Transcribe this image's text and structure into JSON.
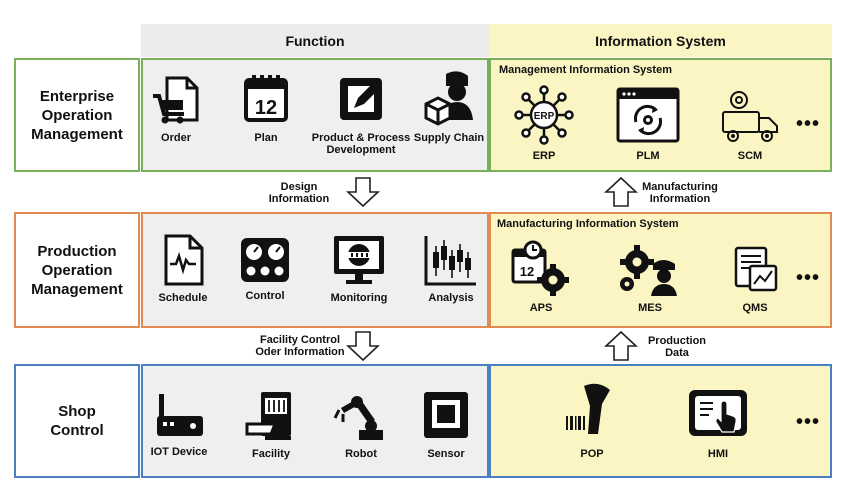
{
  "headers": {
    "function": "Function",
    "information_system": "Information System"
  },
  "levels": [
    {
      "label": "Enterprise\nOperation\nManagement"
    },
    {
      "label": "Production\nOperation\nManagement"
    },
    {
      "label": "Shop\nControl"
    }
  ],
  "enterprise": {
    "functions": [
      "Order",
      "Plan",
      "Product & Process\nDevelopment",
      "Supply Chain"
    ],
    "system_title": "Management Information System",
    "systems": [
      "ERP",
      "PLM",
      "SCM"
    ],
    "more": "•••"
  },
  "production": {
    "functions": [
      "Schedule",
      "Control",
      "Monitoring",
      "Analysis"
    ],
    "system_title": "Manufacturing Information System",
    "systems": [
      "APS",
      "MES",
      "QMS"
    ],
    "more": "•••"
  },
  "shop": {
    "functions": [
      "IOT Device",
      "Facility",
      "Robot",
      "Sensor"
    ],
    "systems": [
      "POP",
      "HMI"
    ],
    "more": "•••"
  },
  "arrows": {
    "design": "Design\nInformation",
    "manufacturing": "Manufacturing\nInformation",
    "facility": "Facility Control\nOder Information",
    "production": "Production\nData"
  },
  "icons": {
    "erp_text": "ERP",
    "plan_number": "12",
    "aps_number": "12"
  }
}
